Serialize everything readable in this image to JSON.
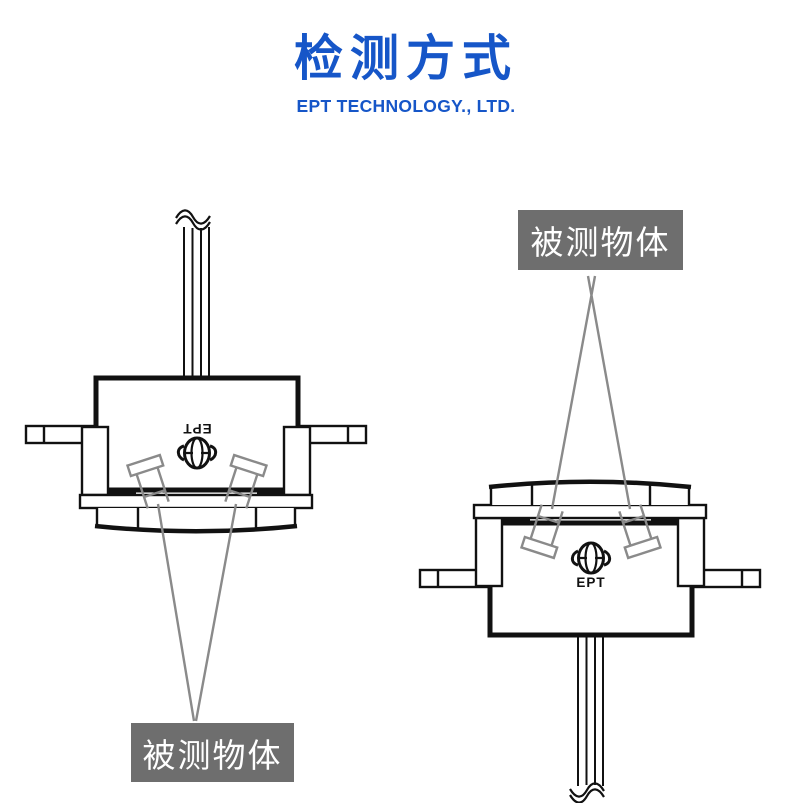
{
  "header": {
    "title": "检测方式",
    "subtitle": "EPT TECHNOLOGY., LTD."
  },
  "colors": {
    "accent_blue": "#1656c8",
    "line_black": "#111111",
    "beam_gray": "#8a8a8a",
    "label_box_bg": "#6e6e6e",
    "label_box_text": "#ffffff",
    "background": "#ffffff"
  },
  "diagram_left": {
    "label": "被测物体",
    "logo_text": "EPT"
  },
  "diagram_right": {
    "label": "被测物体",
    "logo_text": "EPT"
  }
}
